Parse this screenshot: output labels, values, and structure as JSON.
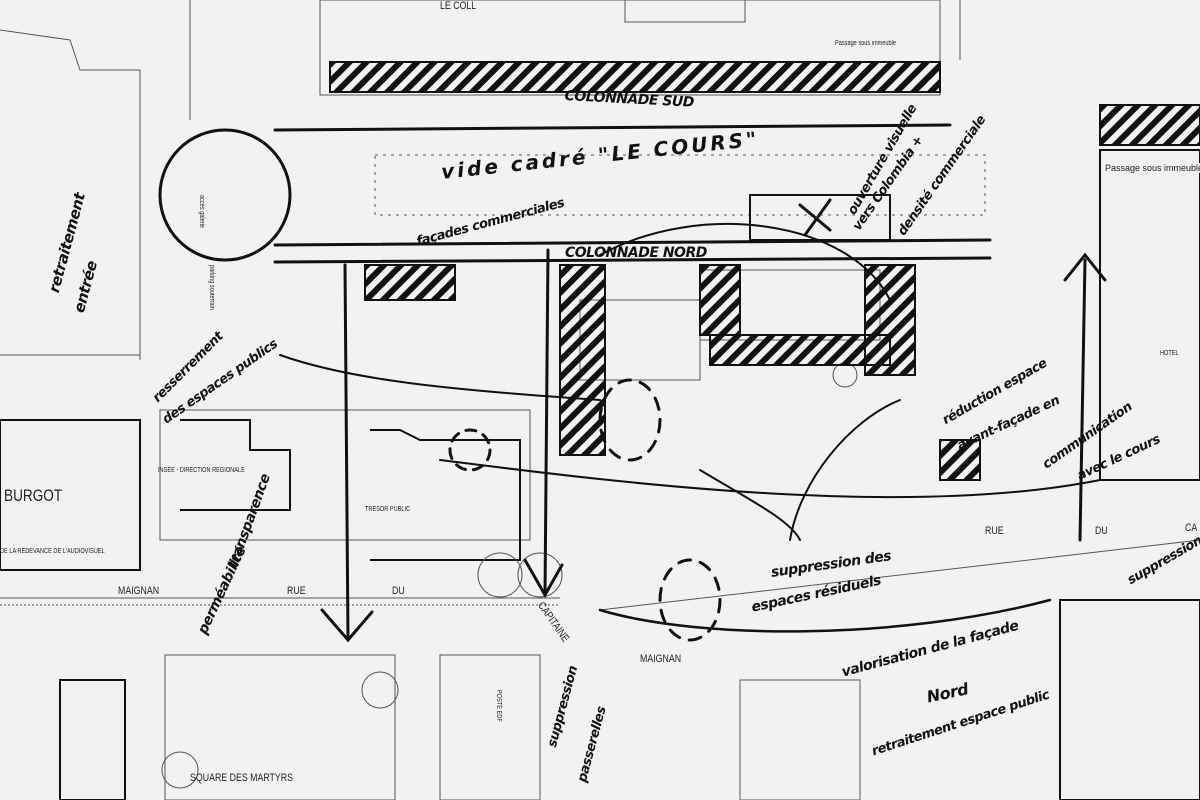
{
  "printed_labels": {
    "college": "LE COLL",
    "passage1": "Passage sous immeuble",
    "passage2": "Passage sous immeuble",
    "burgot": "BURGOT",
    "redevance": "DE LA REDEVANCE DE L'AUDIOVISUEL",
    "insee": "INSEE - DIRECTION REGIONALE",
    "tresor": "TRESOR PUBLIC",
    "maignan1": "MAIGNAN",
    "rue1": "RUE",
    "du1": "DU",
    "capitaine": "CAPITAINE",
    "maignan2": "MAIGNAN",
    "square": "SQUARE DES MARTYRS",
    "hotel": "HOTEL",
    "rue2": "RUE",
    "du2": "DU",
    "ca": "CA",
    "poste": "POSTE EDF",
    "parking": "parking souterrain",
    "galerie": "accès galerie"
  },
  "annotations": {
    "colonnade_sud": "COLONNADE SUD",
    "vide_cadre": "vide cadré \"LE COURS\"",
    "facades": "façades commerciales",
    "colonnade_nord": "COLONNADE NORD",
    "ouverture1": "ouverture visuelle",
    "ouverture2": "vers Colombia +",
    "ouverture3": "densité commerciale",
    "retraitement1": "retraitement",
    "retraitement2": "entrée",
    "resserrement1": "resserrement",
    "resserrement2": "des espaces publics",
    "transparence1": "transparence",
    "transparence2": "perméabilité",
    "suppression_residuels1": "suppression des",
    "suppression_residuels2": "espaces résiduels",
    "suppression_passerelles1": "suppression",
    "suppression_passerelles2": "passerelles",
    "valorisation1": "valorisation de la façade",
    "valorisation2": "Nord",
    "retraitement_public": "retraitement espace public",
    "reduction1": "réduction espace",
    "reduction2": "avant-façade en",
    "communication1": "communication",
    "communication2": "avec le cours",
    "suppression_right": "suppression"
  },
  "colors": {
    "background": "#f2f2f2",
    "ink": "#111111",
    "plan": "#555555"
  }
}
